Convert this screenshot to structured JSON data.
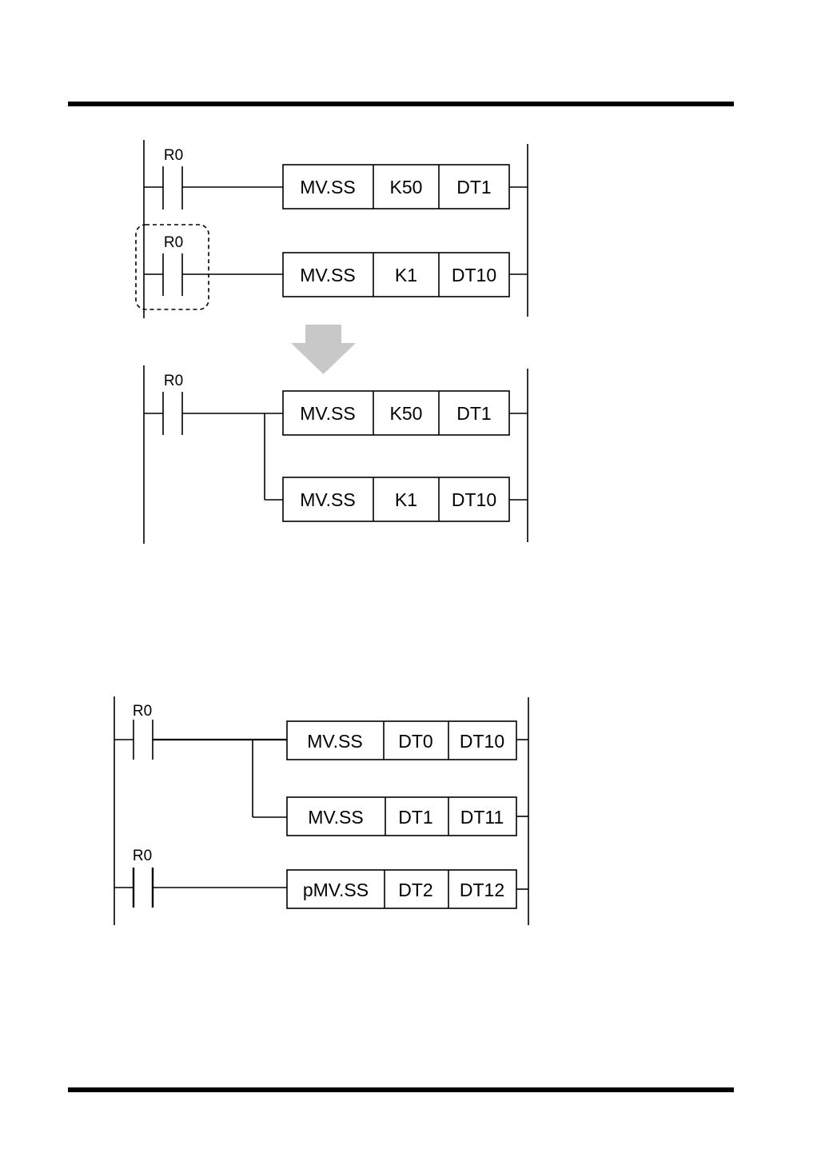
{
  "diagrams": [
    {
      "id": "before",
      "rungs": [
        {
          "contact": "R0",
          "instruction": "MV.SS",
          "source": "K50",
          "destination": "DT1"
        },
        {
          "contact": "R0",
          "instruction": "MV.SS",
          "source": "K1",
          "destination": "DT10",
          "highlighted": true
        }
      ]
    },
    {
      "id": "after",
      "contact": "R0",
      "instructions": [
        {
          "instruction": "MV.SS",
          "source": "K50",
          "destination": "DT1"
        },
        {
          "instruction": "MV.SS",
          "source": "K1",
          "destination": "DT10"
        }
      ]
    },
    {
      "id": "example",
      "rungs": [
        {
          "contact": "R0",
          "instructions": [
            {
              "instruction": "MV.SS",
              "source": "DT0",
              "destination": "DT10"
            },
            {
              "instruction": "MV.SS",
              "source": "DT1",
              "destination": "DT11"
            }
          ]
        },
        {
          "contact": "R0",
          "instructions": [
            {
              "instruction": "pMV.SS",
              "source": "DT2",
              "destination": "DT12"
            }
          ]
        }
      ]
    }
  ],
  "colors": {
    "line": "#000000",
    "arrow": "#c8c8c8"
  }
}
